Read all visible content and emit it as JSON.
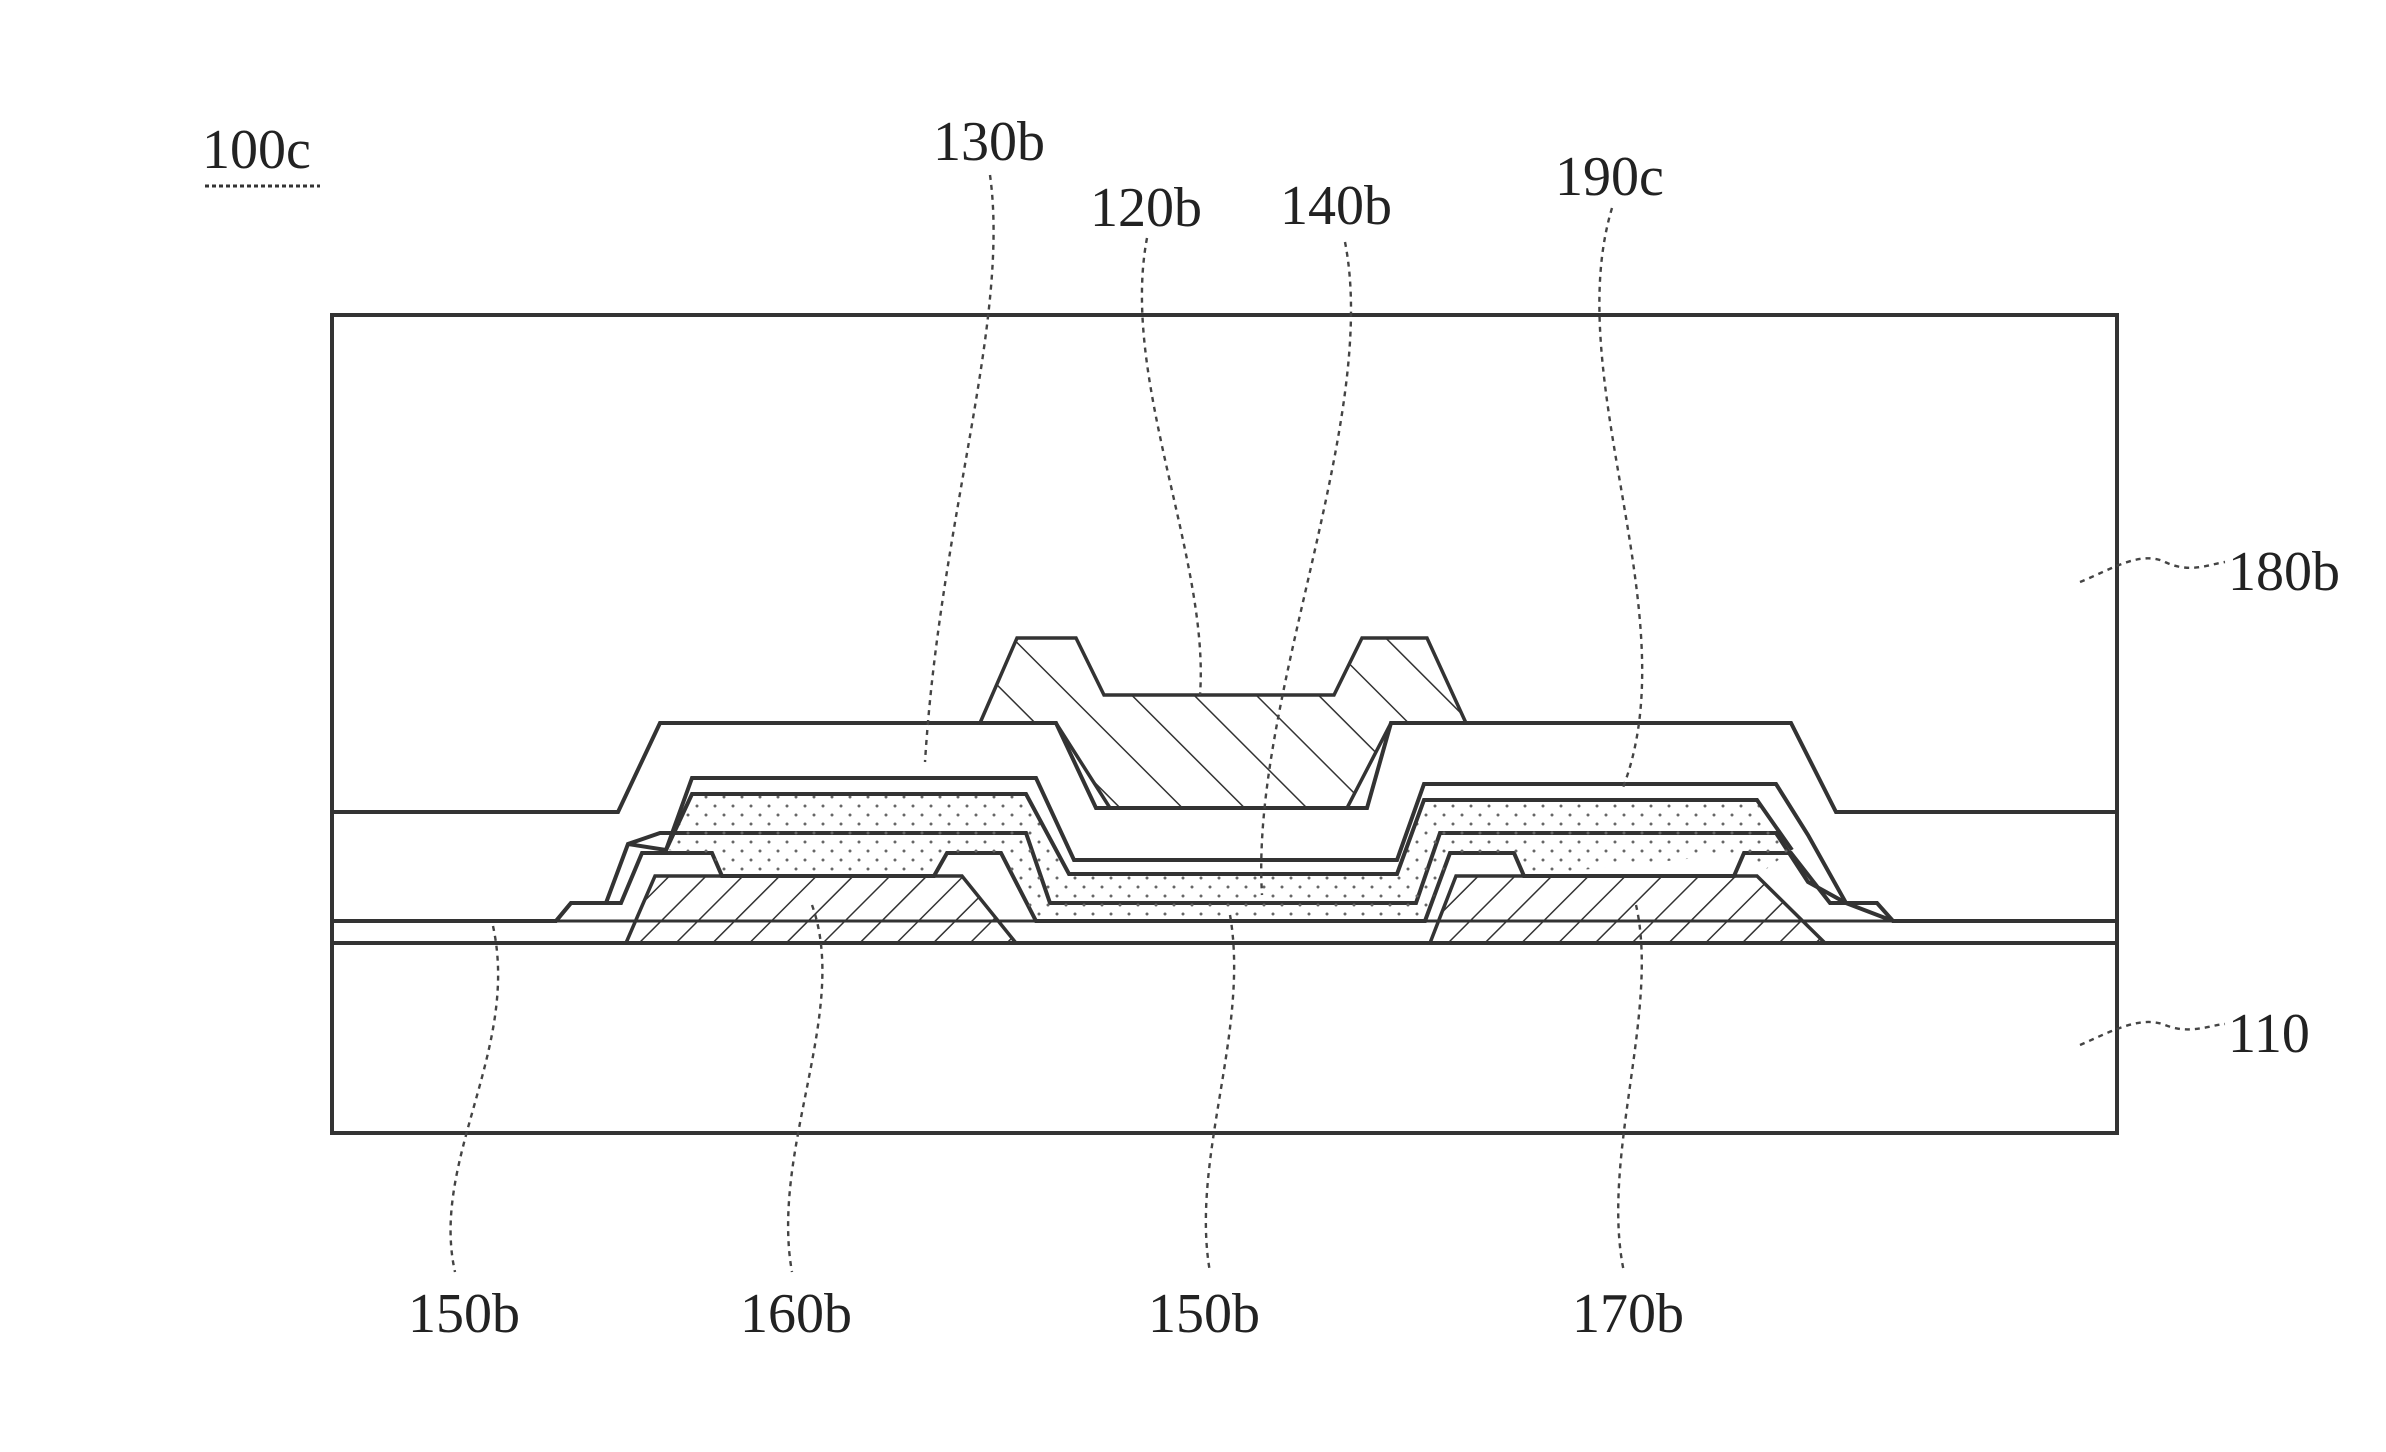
{
  "figure_label": "100c",
  "labels": {
    "l130b": "130b",
    "l120b": "120b",
    "l140b": "140b",
    "l190c": "190c",
    "l180b": "180b",
    "l110": "110",
    "l150b_left": "150b",
    "l160b": "160b",
    "l150b_mid": "150b",
    "l170b": "170b"
  },
  "colors": {
    "line": "#333333",
    "background": "#ffffff"
  }
}
